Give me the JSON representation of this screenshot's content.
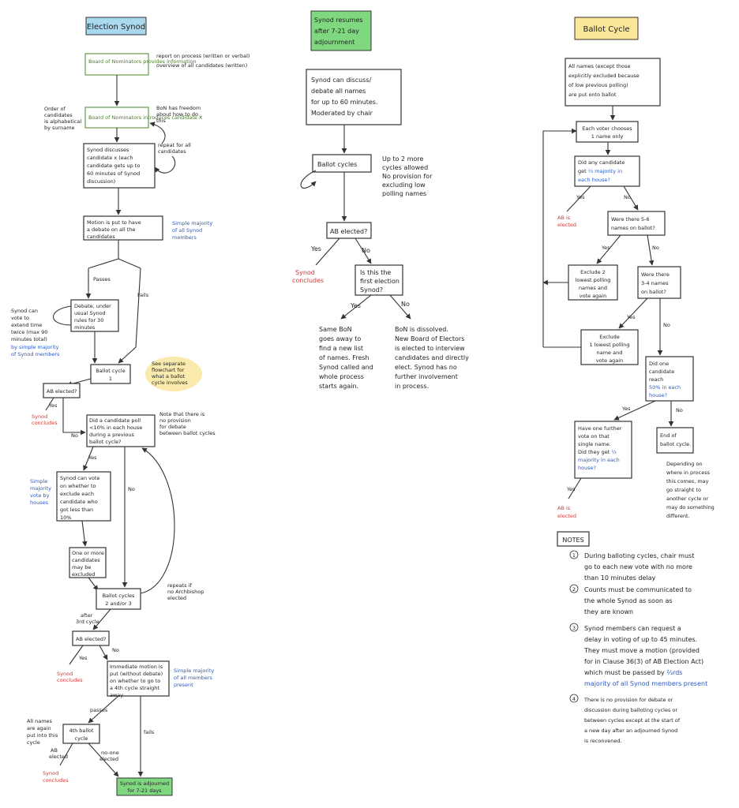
{
  "colors": {
    "blue_title_bg": "#a9d8ef",
    "green_title_bg": "#7fd87f",
    "yellow_title_bg": "#fbe79a",
    "note_highlight": "#f7d86a",
    "blue_text": "#2a5ac8",
    "red_text": "#d23a3a",
    "green_text": "#4a7a2a"
  },
  "left": {
    "title": "Election Synod",
    "bon_info": "Board of Nominators provides information",
    "report_notes": [
      "report on process (written or verbal)",
      "overview of all candidates (written)"
    ],
    "order_note": [
      "Order of",
      "candidates",
      "is alphabetical",
      "by surname"
    ],
    "bon_introduce": "Board of Nominators introduces candidate X",
    "bon_freedom": [
      "BoN has freedom",
      "about how to do",
      "this"
    ],
    "discuss": [
      "Synod discusses",
      "candidate x (each",
      "candidate gets up to",
      "60 minutes of Synod",
      "discussion)"
    ],
    "repeat_all": [
      "repeat for all",
      "candidates"
    ],
    "motion": [
      "Motion is put to have",
      "a debate on all the",
      "candidates"
    ],
    "simple_majority_all": [
      "Simple majority",
      "of all Synod",
      "members"
    ],
    "passes": "Passes",
    "fails": "Fails",
    "extend_black": [
      "Synod can",
      "vote to",
      "extend time",
      "twice (max 90",
      "minutes total)"
    ],
    "extend_blue": [
      "by simple majority",
      "of Synod members"
    ],
    "debate": [
      "Debate, under",
      "usual Synod",
      "rules for 30",
      "minutes"
    ],
    "ballot_cycle_1": [
      "Ballot cycle",
      "1"
    ],
    "see_flowchart": [
      "See separate",
      "flowchart for",
      "what a ballot",
      "cycle involves"
    ],
    "ab_elected_1": "AB elected?",
    "yes": "Yes",
    "no": "No",
    "synod_concludes": [
      "Synod",
      "concludes"
    ],
    "poll_q": [
      "Did a candidate poll",
      "<10% in each house",
      "during a previous",
      "ballot cycle?"
    ],
    "note_no_provision": [
      "Note that there is",
      "no provision",
      "for debate",
      "between ballot cycles"
    ],
    "exclude_vote": [
      "Synod can vote",
      "on whether to",
      "exclude each",
      "candidate who",
      "got less than",
      "10%"
    ],
    "simple_houses": [
      "Simple",
      "majority",
      "vote by",
      "houses"
    ],
    "one_or_more": [
      "One or more",
      "candidates",
      "may be",
      "excluded"
    ],
    "ballot_cycles_23": [
      "Ballot cycles",
      "2 and/or 3"
    ],
    "repeats_if": [
      "repeats if",
      "no Archbishop",
      "elected"
    ],
    "after_3rd": [
      "after",
      "3rd cycle"
    ],
    "ab_elected_2": "AB elected?",
    "immediate_motion": [
      "Immediate motion is",
      "put (without debate)",
      "on whether to go to",
      "a 4th cycle straight",
      "away"
    ],
    "simple_majority_present": [
      "Simple majority",
      "of all members",
      "present"
    ],
    "all_names": [
      "All names",
      "are again",
      "put into this",
      "cycle"
    ],
    "passes_small": "passes",
    "fourth_cycle": [
      "4th ballot",
      "cycle"
    ],
    "ab_elected_small": [
      "AB",
      "elected"
    ],
    "no_one_elected": [
      "no-one",
      "elected"
    ],
    "fails_small": "fails",
    "adjourned": [
      "Synod is adjourned",
      "for 7-21 days"
    ]
  },
  "middle": {
    "title": [
      "Synod resumes",
      "after 7-21 day",
      "adjournment"
    ],
    "discuss_box": [
      "Synod can discuss/",
      "debate all names",
      "for up to 60 minutes.",
      "Moderated by chair"
    ],
    "ballot_cycles": "Ballot cycles",
    "more_cycles": [
      "Up to 2 more",
      "cycles allowed",
      "No provision for",
      "excluding low",
      "polling names"
    ],
    "ab_elected": "AB elected?",
    "yes": "Yes",
    "no": "No",
    "synod_concludes": [
      "Synod",
      "concludes"
    ],
    "first_election": [
      "Is this the",
      "first election",
      "Synod?"
    ],
    "same_bon": [
      "Same BoN",
      "goes away to",
      "find a new list",
      "of names. Fresh",
      "Synod called and",
      "whole process",
      "starts again."
    ],
    "bon_dissolved": [
      "BoN is dissolved.",
      "New Board of Electors",
      "is elected to interview",
      "candidates and directly",
      "elect. Synod has no",
      "further involvement",
      "in process."
    ]
  },
  "right": {
    "title": "Ballot Cycle",
    "all_names": [
      "All names (except those",
      "explicitly excluded because",
      "of low previous polling)",
      "are put onto ballot"
    ],
    "each_voter": [
      "Each voter chooses",
      "1 name only"
    ],
    "q_two_thirds": [
      "Did any candidate",
      "get",
      "⅔ majority in",
      "each house?"
    ],
    "yes": "Yes",
    "no": "No",
    "ab_elected": [
      "AB is",
      "elected"
    ],
    "q_5_6": [
      "Were there 5-6",
      "names on ballot?"
    ],
    "exclude_2": [
      "Exclude 2",
      "lowest polling",
      "names and",
      "vote again"
    ],
    "q_3_4": [
      "Were there",
      "3-4 names",
      "on ballot?"
    ],
    "exclude_1": [
      "Exclude",
      "1 lowest polling",
      "name and",
      "vote again"
    ],
    "q_50": [
      "Did one",
      "candidate",
      "reach",
      "50% in each",
      "house?"
    ],
    "one_further": [
      "Have one further",
      "vote on that",
      "single name.",
      "Did they get",
      "⅔",
      "majority in each",
      "house?"
    ],
    "end_cycle": [
      "End of",
      "ballot cycle."
    ],
    "depending": [
      "Depending on",
      "where in process",
      "this comes, may",
      "go straight to",
      "another cycle or",
      "may do something",
      "different."
    ],
    "notes_title": "NOTES",
    "notes": [
      {
        "num": "1",
        "lines": [
          "During balloting cycles, chair must",
          "go to each new vote with no more",
          "than 10 minutes delay"
        ]
      },
      {
        "num": "2",
        "lines": [
          "Counts must be communicated to",
          "the whole Synod as soon as",
          "they are known"
        ]
      },
      {
        "num": "3",
        "lines": [
          "Synod members can request a",
          "delay in voting of up to 45 minutes.",
          "They must move a motion (provided",
          "for in Clause 36(3) of AB Election Act)",
          "which must be passed by"
        ],
        "blue": [
          "⅔rds",
          "majority of all Synod members present"
        ]
      },
      {
        "num": "4",
        "lines": [
          "There is no provision for debate or",
          "discussion during balloting cycles or",
          "between cycles except at the start of",
          "a new day after an adjourned Synod",
          "is reconvened."
        ]
      }
    ]
  }
}
